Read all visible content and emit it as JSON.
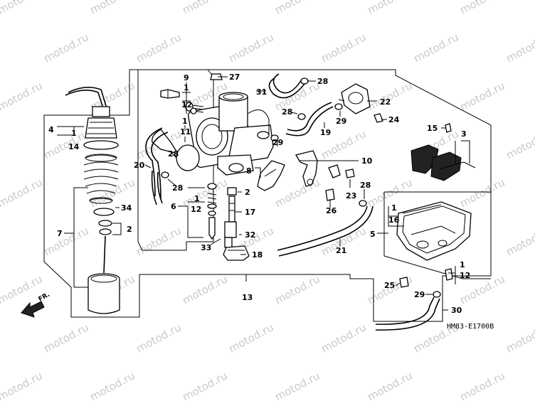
{
  "watermark": "motod.ru",
  "diagram_code": "HM83-E1700B",
  "front_label": "FR.",
  "callouts": {
    "c9": "9",
    "c1_top": "1",
    "c12_top": "12",
    "c27": "27",
    "c28_a": "28",
    "c31": "31",
    "c22": "22",
    "c28_b": "28",
    "c29_a": "29",
    "c24": "24",
    "c19": "19",
    "c29_b": "29",
    "c4": "4",
    "c1_left": "1",
    "c14": "14",
    "c1_mid": "1",
    "c11": "11",
    "c15": "15",
    "c3": "3",
    "c20": "20",
    "c28_c": "28",
    "c28_d": "28",
    "c10": "10",
    "c8": "8",
    "c2_a": "2",
    "c23": "23",
    "c28_e": "28",
    "c6": "6",
    "c1_b": "1",
    "c12_b": "12",
    "c17": "17",
    "c34": "34",
    "c7": "7",
    "c2_b": "2",
    "c26": "26",
    "c1_c": "1",
    "c16": "16",
    "c5": "5",
    "c32": "32",
    "c33": "33",
    "c18": "18",
    "c21": "21",
    "c1_d": "1",
    "c12_c": "12",
    "c25": "25",
    "c13": "13",
    "c29_c": "29",
    "c30": "30"
  }
}
